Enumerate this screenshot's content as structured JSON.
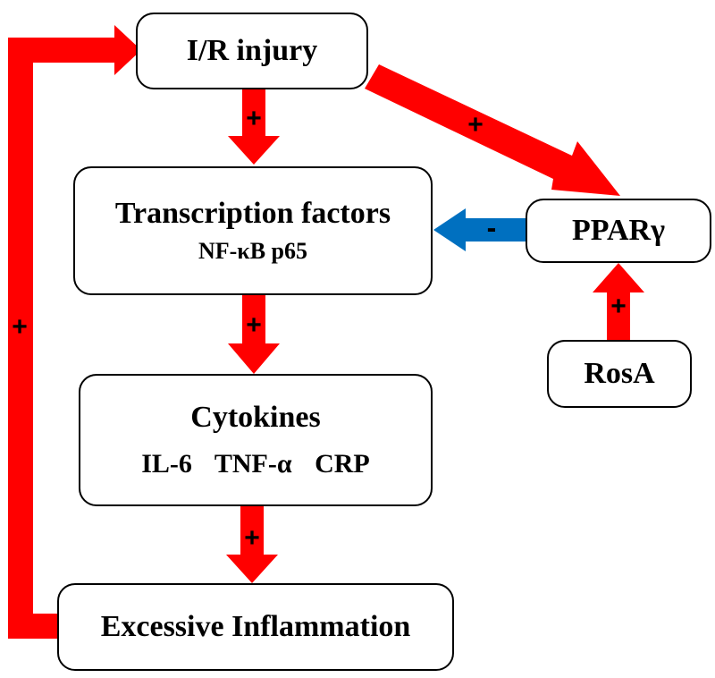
{
  "nodes": {
    "ir_injury": "I/R injury",
    "transcription_title": "Transcription factors",
    "transcription_sub": "NF-κB p65",
    "ppar": "PPARγ",
    "rosa": "RosA",
    "cytokines_title": "Cytokines",
    "cytokines_sub": "IL-6  TNF-α  CRP",
    "inflammation": "Excessive Inflammation"
  },
  "signs": {
    "ir_to_tf": "+",
    "ir_to_ppar": "+",
    "ppar_to_tf": "-",
    "rosa_to_ppar": "+",
    "tf_to_cyto": "+",
    "cyto_to_infl": "+",
    "feedback": "+"
  },
  "colors": {
    "activation": "#ff0000",
    "inhibition": "#0070c0",
    "border": "#000000"
  }
}
